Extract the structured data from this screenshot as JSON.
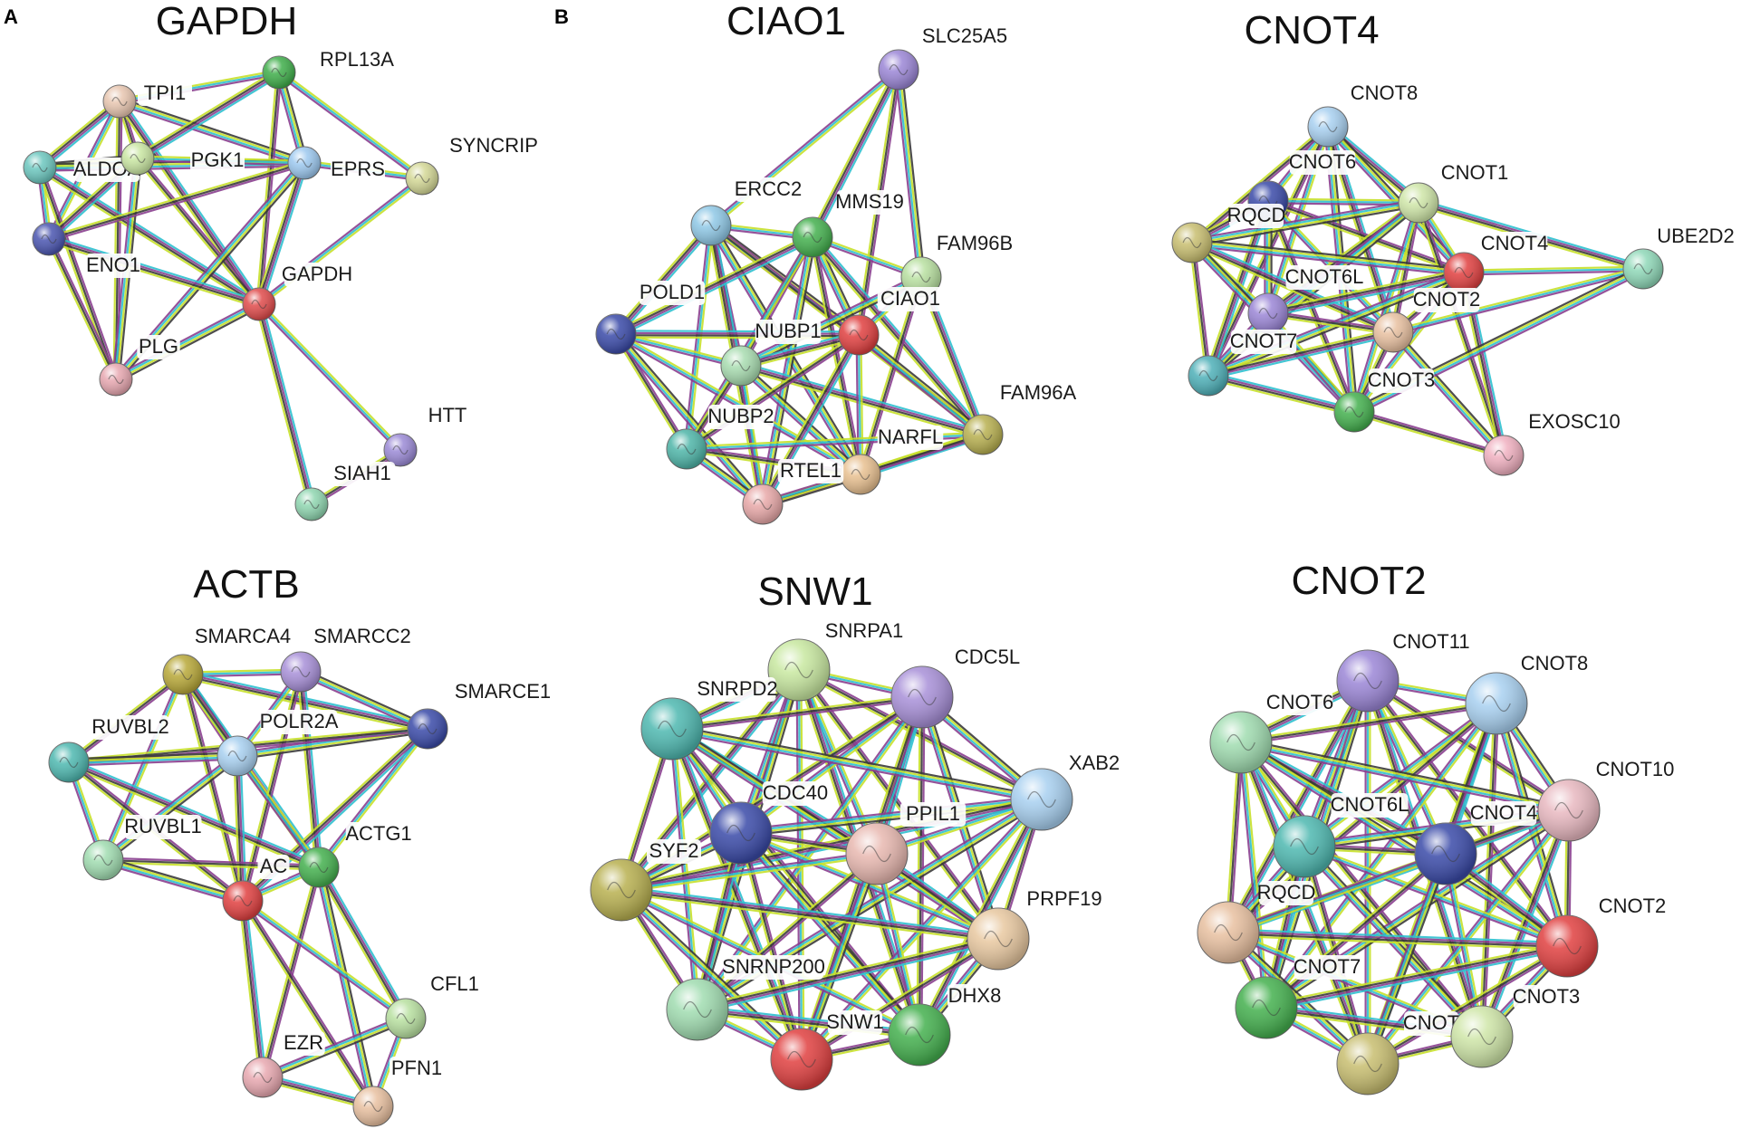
{
  "panels": [
    {
      "letter": "A"
    },
    {
      "letter": "B"
    }
  ],
  "edge_colors": [
    "#c7e02a",
    "#2ec0cf",
    "#8a3f8f",
    "#3a3a3a",
    "#2a7a3a",
    "#e0202a"
  ],
  "networks": [
    {
      "title": "GAPDH",
      "nodes": [
        {
          "id": "TPI1",
          "label": "TPI1",
          "color": "#e8c6b0"
        },
        {
          "id": "RPL13A",
          "label": "RPL13A",
          "color": "#3fae4a"
        },
        {
          "id": "ALDOA",
          "label": "ALDOA",
          "color": "#6cc7bf"
        },
        {
          "id": "PGK1",
          "label": "PGK1",
          "color": "#c9e6a2"
        },
        {
          "id": "EPRS",
          "label": "EPRS",
          "color": "#9cc8ef"
        },
        {
          "id": "SYNCRIP",
          "label": "SYNCRIP",
          "color": "#d4d896"
        },
        {
          "id": "ENO1",
          "label": "ENO1",
          "color": "#4a55b0"
        },
        {
          "id": "GAPDH",
          "label": "GAPDH",
          "color": "#e04b4b"
        },
        {
          "id": "PLG",
          "label": "PLG",
          "color": "#e7a7b0"
        },
        {
          "id": "HTT",
          "label": "HTT",
          "color": "#9b8ad6"
        },
        {
          "id": "SIAH1",
          "label": "SIAH1",
          "color": "#8fd6b0"
        }
      ]
    },
    {
      "title": "CIAO1",
      "nodes": [
        {
          "id": "SLC25A5",
          "label": "SLC25A5",
          "color": "#9b86d6"
        },
        {
          "id": "ERCC2",
          "label": "ERCC2",
          "color": "#8fc8e6"
        },
        {
          "id": "MMS19",
          "label": "MMS19",
          "color": "#44b04e"
        },
        {
          "id": "FAM96B",
          "label": "FAM96B",
          "color": "#b8e0a0"
        },
        {
          "id": "POLD1",
          "label": "POLD1",
          "color": "#3a4aa8"
        },
        {
          "id": "NUBP1",
          "label": "NUBP1",
          "color": "#a8dcb0"
        },
        {
          "id": "CIAO1",
          "label": "CIAO1",
          "color": "#e04040"
        },
        {
          "id": "NUBP2",
          "label": "NUBP2",
          "color": "#4eb5a8"
        },
        {
          "id": "FAM96A",
          "label": "FAM96A",
          "color": "#b8b050"
        },
        {
          "id": "NARFL",
          "label": "NARFL",
          "color": "#e8c090"
        },
        {
          "id": "RTEL1",
          "label": "RTEL1",
          "color": "#e8a8a8"
        }
      ]
    },
    {
      "title": "CNOT4",
      "nodes": [
        {
          "id": "CNOT8",
          "label": "CNOT8",
          "color": "#a8d0f0"
        },
        {
          "id": "CNOT6",
          "label": "CNOT6",
          "color": "#3a4aa8"
        },
        {
          "id": "CNOT1",
          "label": "CNOT1",
          "color": "#cfe6a8"
        },
        {
          "id": "RQCD1",
          "label": "RQCD",
          "color": "#c8be70"
        },
        {
          "id": "CNOT4",
          "label": "CNOT4",
          "color": "#e04040"
        },
        {
          "id": "UBE2D2",
          "label": "UBE2D2",
          "color": "#8fd8b8"
        },
        {
          "id": "CNOT6L",
          "label": "CNOT6L",
          "color": "#9b86d6"
        },
        {
          "id": "CNOT2",
          "label": "CNOT2",
          "color": "#e8c0a0"
        },
        {
          "id": "CNOT7",
          "label": "CNOT7",
          "color": "#4eb0b8"
        },
        {
          "id": "CNOT3",
          "label": "CNOT3",
          "color": "#44b04e"
        },
        {
          "id": "EXOSC10",
          "label": "EXOSC10",
          "color": "#f0b0c0"
        }
      ]
    },
    {
      "title": "ACTB",
      "nodes": [
        {
          "id": "SMARCA4",
          "label": "SMARCA4",
          "color": "#b8a838"
        },
        {
          "id": "SMARCC2",
          "label": "SMARCC2",
          "color": "#a890d8"
        },
        {
          "id": "SMARCE1",
          "label": "SMARCE1",
          "color": "#3a4aa8"
        },
        {
          "id": "RUVBL2",
          "label": "RUVBL2",
          "color": "#4eb8b0"
        },
        {
          "id": "POLR2A",
          "label": "POLR2A",
          "color": "#a8d0f0"
        },
        {
          "id": "RUVBL1",
          "label": "RUVBL1",
          "color": "#a0dcb0"
        },
        {
          "id": "ACTG1",
          "label": "ACTG1",
          "color": "#44b04e"
        },
        {
          "id": "ACTB",
          "label": "AC",
          "color": "#e04040"
        },
        {
          "id": "CFL1",
          "label": "CFL1",
          "color": "#b8e0a0"
        },
        {
          "id": "EZR",
          "label": "EZR",
          "color": "#e8a8b0"
        },
        {
          "id": "PFN1",
          "label": "PFN1",
          "color": "#e8c0a0"
        }
      ]
    },
    {
      "title": "SNW1",
      "nodes": [
        {
          "id": "SNRPA1",
          "label": "SNRPA1",
          "color": "#c8e8a0"
        },
        {
          "id": "CDC5L",
          "label": "CDC5L",
          "color": "#a890d8"
        },
        {
          "id": "SNRPD2",
          "label": "SNRPD2",
          "color": "#4eb8b0"
        },
        {
          "id": "XAB2",
          "label": "XAB2",
          "color": "#a8d0f0"
        },
        {
          "id": "CDC40",
          "label": "CDC40",
          "color": "#3a4aa8"
        },
        {
          "id": "PPIL1",
          "label": "PPIL1",
          "color": "#e8b8b0"
        },
        {
          "id": "SYF2",
          "label": "SYF2",
          "color": "#b8b050"
        },
        {
          "id": "PRPF19",
          "label": "PRPF19",
          "color": "#e8c8a0"
        },
        {
          "id": "SNRNP200",
          "label": "SNRNP200",
          "color": "#a0dcb0"
        },
        {
          "id": "SNW1",
          "label": "SNW1",
          "color": "#e04040"
        },
        {
          "id": "DHX8",
          "label": "DHX8",
          "color": "#44b04e"
        }
      ]
    },
    {
      "title": "CNOT2",
      "nodes": [
        {
          "id": "CNOT11",
          "label": "CNOT11",
          "color": "#9b86d6"
        },
        {
          "id": "CNOT8",
          "label": "CNOT8",
          "color": "#a8d0f0"
        },
        {
          "id": "CNOT6",
          "label": "CNOT6",
          "color": "#a0dcb0"
        },
        {
          "id": "CNOT10",
          "label": "CNOT10",
          "color": "#e8b8c0"
        },
        {
          "id": "CNOT6L",
          "label": "CNOT6L",
          "color": "#4eb8b0"
        },
        {
          "id": "CNOT4",
          "label": "CNOT4",
          "color": "#3a4aa8"
        },
        {
          "id": "RQCD1",
          "label": "RQCD",
          "color": "#e8c0a0"
        },
        {
          "id": "CNOT2",
          "label": "CNOT2",
          "color": "#e04040"
        },
        {
          "id": "CNOT7",
          "label": "CNOT7",
          "color": "#44b04e"
        },
        {
          "id": "CNOT1",
          "label": "CNOT",
          "color": "#c8be70"
        },
        {
          "id": "CNOT3",
          "label": "CNOT3",
          "color": "#cfe6a8"
        }
      ]
    }
  ]
}
